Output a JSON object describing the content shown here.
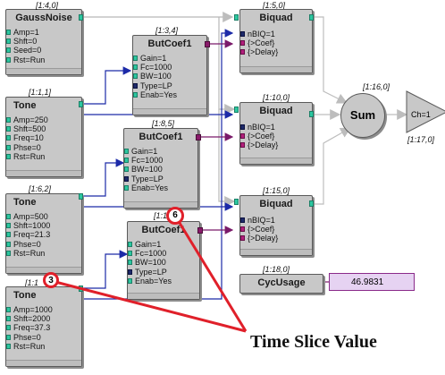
{
  "blocks": {
    "gauss": {
      "title": "GaussNoise",
      "index": "[1:4,0]",
      "params": [
        "Amp=1",
        "Shft=0",
        "Seed=0",
        "Rst=Run"
      ]
    },
    "tone1": {
      "title": "Tone",
      "index": "[1:1,1]",
      "params": [
        "Amp=250",
        "Shft=500",
        "Freq=10",
        "Phse=0",
        "Rst=Run"
      ]
    },
    "tone2": {
      "title": "Tone",
      "index": "[1:6,2]",
      "params": [
        "Amp=500",
        "Shft=1000",
        "Freq=21.3",
        "Phse=0",
        "Rst=Run"
      ]
    },
    "tone3": {
      "title": "Tone",
      "index": "[1:1",
      "params": [
        "Amp=1000",
        "Shft=2000",
        "Freq=37.3",
        "Phse=0",
        "Rst=Run"
      ]
    },
    "butcoef1": {
      "title": "ButCoef1",
      "index": "[1:3,4]",
      "params": [
        "Gain=1",
        "Fc=1000",
        "BW=100",
        "Type=LP",
        "Enab=Yes"
      ]
    },
    "butcoef2": {
      "title": "ButCoef1",
      "index": "[1:8,5]",
      "params": [
        "Gain=1",
        "Fc=1000",
        "BW=100",
        "Type=LP",
        "Enab=Yes"
      ]
    },
    "butcoef3": {
      "title": "ButCoef1",
      "index": "[1:1",
      "params": [
        "Gain=1",
        "Fc=1000",
        "BW=100",
        "Type=LP",
        "Enab=Yes"
      ]
    },
    "biquad1": {
      "title": "Biquad",
      "index": "[1:5,0]",
      "params": [
        "nBIQ=1",
        "{>Coef}",
        "{>Delay}"
      ]
    },
    "biquad2": {
      "title": "Biquad",
      "index": "[1:10,0]",
      "params": [
        "nBIQ=1",
        "{>Coef}",
        "{>Delay}"
      ]
    },
    "biquad3": {
      "title": "Biquad",
      "index": "[1:15,0]",
      "params": [
        "nBIQ=1",
        "{>Coef}",
        "{>Delay}"
      ]
    },
    "sum": {
      "title": "Sum",
      "index": "[1:16,0]"
    },
    "out": {
      "param": "Ch=1",
      "index": "[1:17,0]"
    },
    "cycusage": {
      "title": "CycUsage",
      "index": "[1:18,0]",
      "value": "46.9831"
    }
  },
  "markers": [
    {
      "label": "3"
    },
    {
      "label": "6"
    }
  ],
  "annotation": "Time Slice Value",
  "colors": {
    "block": "#c8c8c8",
    "wire_blue": "#1c2aa8",
    "wire_purple": "#7a1a6a",
    "wire_gray": "#b8b8b8",
    "marker": "#e0202a"
  }
}
